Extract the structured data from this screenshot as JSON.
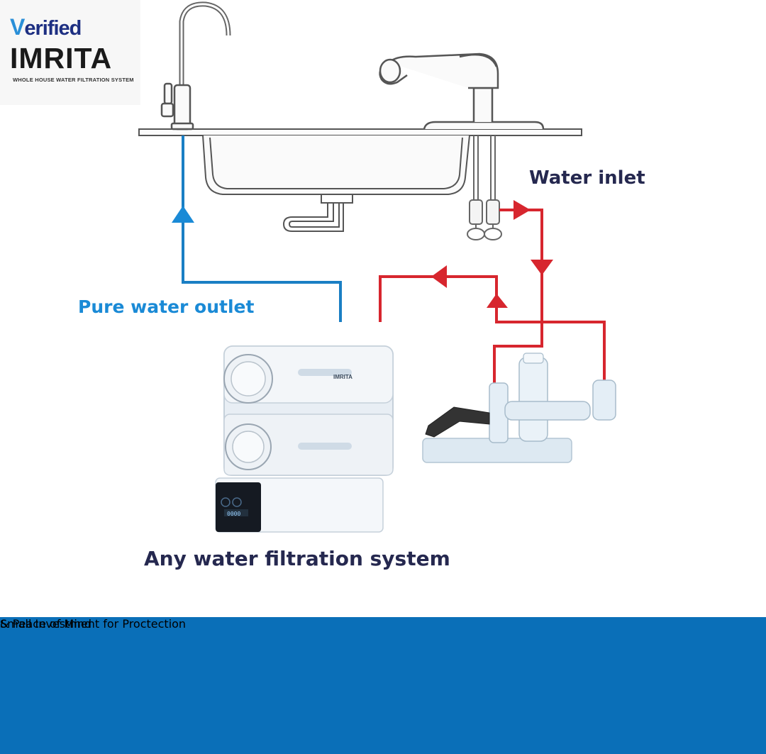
{
  "logo": {
    "verified_v": "V",
    "verified_rest": "erified",
    "brand": "IMRITA",
    "tagline": "WHOLE HOUSE WATER FILTRATION SYSTEM"
  },
  "labels": {
    "water_inlet": "Water inlet",
    "pure_water_outlet": "Pure water outlet",
    "any_system": "Any water filtration system"
  },
  "product": {
    "brand_label": "IMRITA",
    "display_text": "0000"
  },
  "banner": {
    "line1": "Small Investment for Proctection",
    "line2": "& Peace of Mind"
  },
  "colors": {
    "inlet_pipe": "#d7262e",
    "outlet_pipe": "#1a7fc4",
    "banner_bg": "#0a6fb8",
    "label_dark": "#25284f",
    "label_blue": "#1a8ad6"
  },
  "icons": [
    "faucet-icon",
    "sink-icon",
    "pullout-faucet-icon",
    "filter-unit-icon",
    "valve-icon",
    "arrow-icon"
  ]
}
